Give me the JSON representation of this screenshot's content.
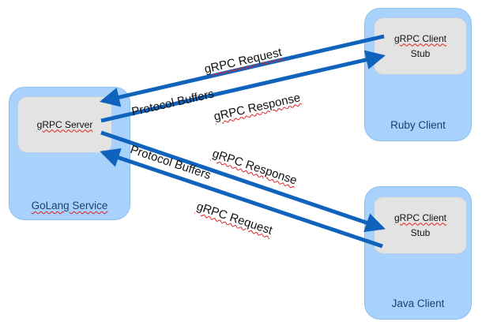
{
  "colors": {
    "service_fill": "#a8d2fb",
    "component_fill": "#e3e3e3",
    "arrow": "#0f63bd",
    "service_label": "#1f3e73"
  },
  "nodes": {
    "golang": {
      "label": "GoLang Service",
      "component": {
        "line1": "gRPC Server"
      }
    },
    "ruby": {
      "label": "Ruby Client",
      "component": {
        "line1": "gRPC Client",
        "line2": "Stub"
      }
    },
    "java": {
      "label": "Java Client",
      "component": {
        "line1": "gRPC Client",
        "line2": "Stub"
      }
    }
  },
  "edges": [
    {
      "id": "ruby-request",
      "from": "ruby-stub",
      "to": "grpc-server",
      "label": "gRPC Request"
    },
    {
      "id": "ruby-response",
      "from": "grpc-server",
      "to": "ruby-stub",
      "label": "gRPC Response"
    },
    {
      "id": "java-response",
      "from": "grpc-server",
      "to": "java-stub",
      "label": "gRPC Response"
    },
    {
      "id": "java-request",
      "from": "java-stub",
      "to": "grpc-server",
      "label": "gRPC Request"
    }
  ],
  "channel_labels": {
    "ruby": "Protocol Buffers",
    "java": "Protocol Buffers"
  }
}
